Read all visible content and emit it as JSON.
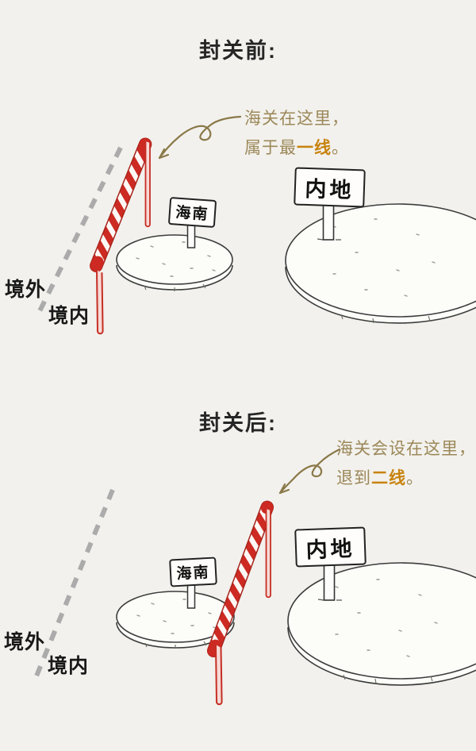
{
  "colors": {
    "background": "#f2f1ed",
    "barrier_red": "#cc2a22",
    "barrier_outline": "#a8241c",
    "annotation_text": "#9c8859",
    "highlight_text": "#c8830f",
    "arrow": "#8a7848",
    "dashed_boundary": "#ababab",
    "ink": "#262626"
  },
  "panels": [
    {
      "title": "封关前:",
      "annotation": {
        "line1": "海关在这里，",
        "line2_prefix": "属于最",
        "line2_highlight": "一线",
        "line2_suffix": "。"
      },
      "labels": {
        "outside": "境外",
        "inside": "境内"
      },
      "signs": {
        "hainan": "海南",
        "mainland": "内地"
      }
    },
    {
      "title": "封关后:",
      "annotation": {
        "line1": "海关会设在这里，",
        "line2_prefix": "退到",
        "line2_highlight": "二线",
        "line2_suffix": "。"
      },
      "labels": {
        "outside": "境外",
        "inside": "境内"
      },
      "signs": {
        "hainan": "海南",
        "mainland": "内地"
      }
    }
  ]
}
